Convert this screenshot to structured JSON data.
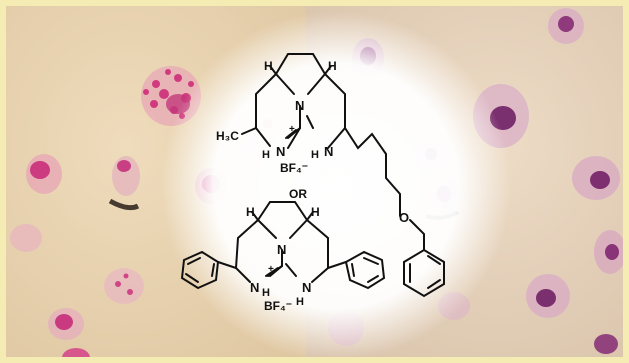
{
  "molecule_top": {
    "h_left": "H",
    "h_right": "H",
    "n_center": "N",
    "charge": "+",
    "methyl": "H₃C",
    "nh_left": "N",
    "h_sub_left": "H",
    "counterion": "BF₄⁻",
    "nh_right": "N",
    "h_sub_right": "H",
    "oxygen": "O"
  },
  "separator": "OR",
  "molecule_bottom": {
    "h_left": "H",
    "h_right": "H",
    "n_center": "N",
    "charge": "+",
    "n_left": "N",
    "h_sub_left": "H",
    "counterion": "BF₄⁻",
    "n_right": "N",
    "h_sub_right": "H"
  },
  "colors": {
    "background_left": "#e9d3b1",
    "background_right": "#e6d2ba",
    "cell_pink": "#d0468a",
    "cell_purple": "#8a3c7a",
    "bond": "#111111",
    "frame": "#f5ecb3"
  }
}
